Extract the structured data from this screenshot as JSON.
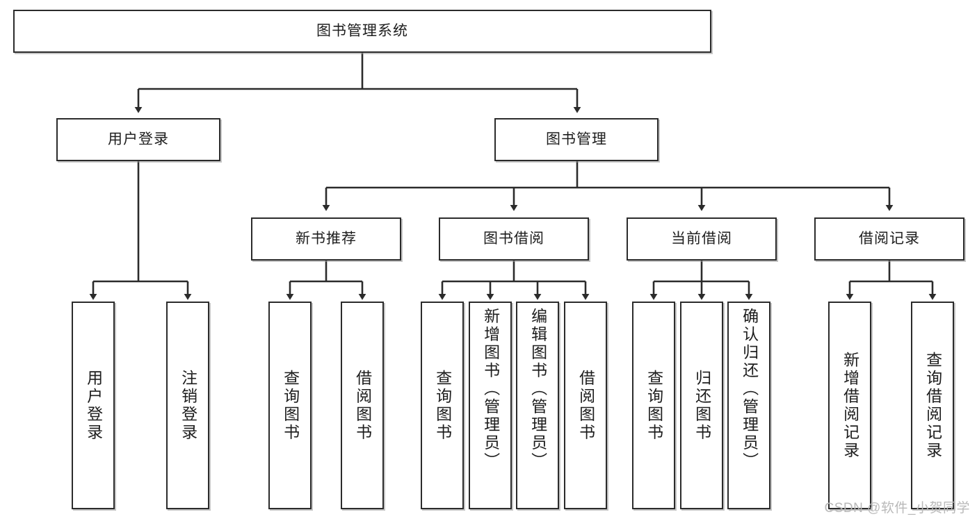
{
  "diagram": {
    "title": "图书管理系统",
    "type": "tree-hierarchy-diagram",
    "watermark": "CSDN @软件_小贺同学",
    "colors": {
      "box_border": "#2b2b2b",
      "box_fill": "#ffffff",
      "text": "#1d1d1d",
      "edge": "#2b2b2b",
      "watermark": "#b9b9b9",
      "background": "#ffffff"
    }
  },
  "nodes": {
    "root": {
      "label": "图书管理系统"
    },
    "level2": [
      {
        "id": "user-login",
        "label": "用户登录"
      },
      {
        "id": "book-manage",
        "label": "图书管理"
      }
    ],
    "level3": [
      {
        "id": "new-book-recommend",
        "label": "新书推荐"
      },
      {
        "id": "book-borrow",
        "label": "图书借阅"
      },
      {
        "id": "current-borrow",
        "label": "当前借阅"
      },
      {
        "id": "borrow-record",
        "label": "借阅记录"
      }
    ],
    "leaves": {
      "user-login": [
        {
          "id": "leaf-user-login",
          "label": "用户登录"
        },
        {
          "id": "leaf-user-logout",
          "label": "注销登录"
        }
      ],
      "new-book-recommend": [
        {
          "id": "leaf-query-book-1",
          "label": "查询图书"
        },
        {
          "id": "leaf-borrow-book-1",
          "label": "借阅图书"
        }
      ],
      "book-borrow": [
        {
          "id": "leaf-query-book-2",
          "label": "查询图书"
        },
        {
          "id": "leaf-add-book",
          "label": "新增图书（管理员）"
        },
        {
          "id": "leaf-edit-book",
          "label": "编辑图书（管理员）"
        },
        {
          "id": "leaf-borrow-book-2",
          "label": "借阅图书"
        }
      ],
      "current-borrow": [
        {
          "id": "leaf-query-book-3",
          "label": "查询图书"
        },
        {
          "id": "leaf-return-book",
          "label": "归还图书"
        },
        {
          "id": "leaf-confirm-return",
          "label": "确认归还（管理员）"
        }
      ],
      "borrow-record": [
        {
          "id": "leaf-add-record",
          "label": "新增借阅记录"
        },
        {
          "id": "leaf-query-record",
          "label": "查询借阅记录"
        }
      ]
    }
  }
}
